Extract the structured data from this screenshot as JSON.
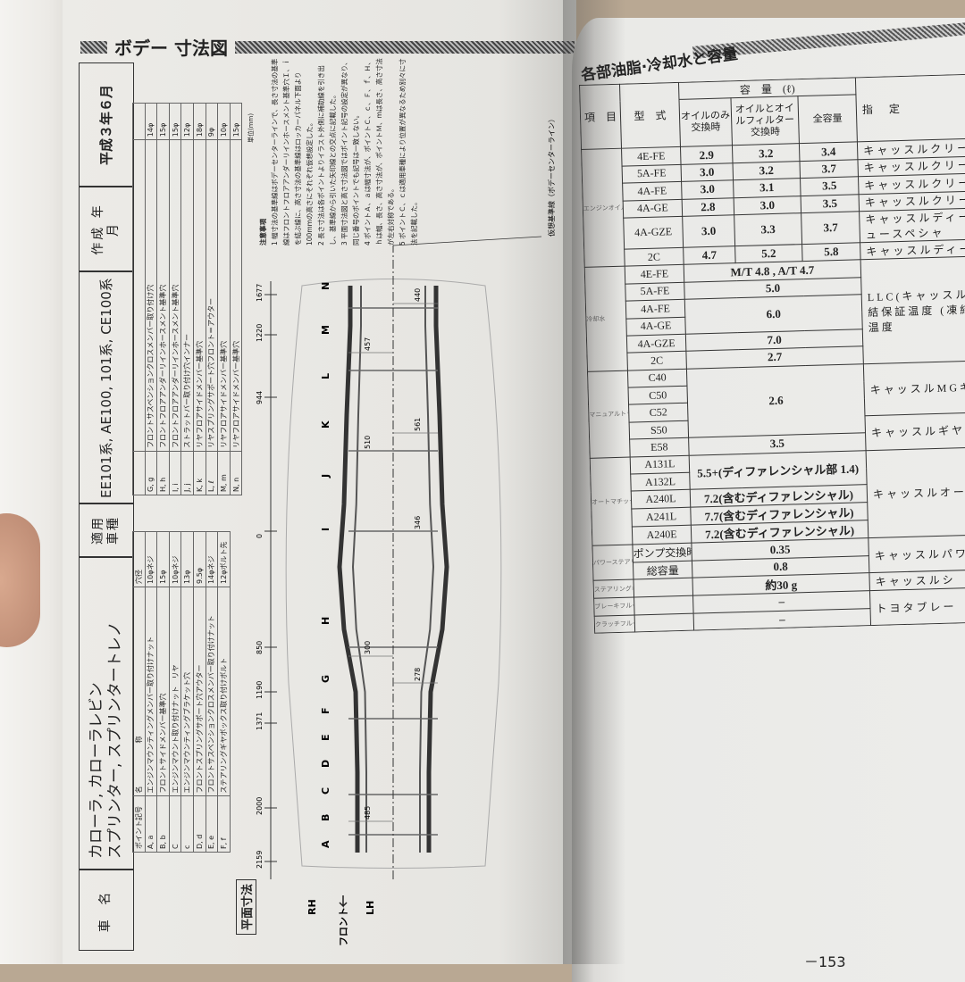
{
  "left_page": {
    "title": "ボデー 寸法図",
    "header": {
      "car_name_label": "車 名",
      "car_names": [
        "カローラ, カローラレビン",
        "スプリンター, スプリンタートレノ"
      ],
      "applicable_label": "適用 車種",
      "applicable_models": "EE101系, AE100, 101系, CE100系",
      "date_label": "作成 年月",
      "date": "平成３年６月"
    },
    "section_label": "平面寸法",
    "points_table_1": {
      "headers": [
        "ポイント記号",
        "名　　　　　　称",
        "穴径"
      ],
      "rows": [
        [
          "A, a",
          "エンジンマウンティングメンバー取り付けナット",
          "10φネジ"
        ],
        [
          "B, b",
          "フロントサイドメンバー基準穴",
          "15φ"
        ],
        [
          "C",
          "エンジンマウント取り付けナット　リヤ",
          "10φネジ"
        ],
        [
          "c",
          "エンジンマウンティングブラケット穴",
          "13φ"
        ],
        [
          "D, d",
          "フロントスプリングサポート穴アウター",
          "9.5φ"
        ],
        [
          "E, e",
          "フロントサスペンションクロスメンバー取り付けナット",
          "14φネジ"
        ],
        [
          "F, f",
          "ステアリングギヤボックス取り付けボルト",
          "12φボルト先"
        ]
      ]
    },
    "points_table_2": {
      "rows": [
        [
          "G, g",
          "フロントサスペンションクロスメンバー取り付け穴",
          "14φ"
        ],
        [
          "H, h",
          "フロントフロアアンダーリインホースメント基準穴",
          "15φ"
        ],
        [
          "I, i",
          "フロントフロアアンダーリインホースメント基準穴",
          "15φ"
        ],
        [
          "J, j",
          "ストラットバー取り付け穴インナー",
          "12φ"
        ],
        [
          "K, k",
          "リヤフロアサイドメンバー基準穴",
          "18φ"
        ],
        [
          "L, ℓ",
          "リヤスプリングサポート穴フロント＝アウター",
          "9φ"
        ],
        [
          "M, m",
          "リヤフロアサイドメンバー基準穴",
          "10φ"
        ],
        [
          "N, n",
          "リヤフロアサイドメンバー基準穴",
          "15φ"
        ]
      ],
      "unit": "単位(mm)"
    },
    "notes": {
      "title": "注意事項",
      "items": [
        "1 幅寸法の基準線はボデーセンターラインで、長さ寸法の基準線はフロントフロアアンダーリインホースメント基準穴Ｉ、ｉを結ぶ線に、高さ寸法の基準線はロッカーパネル下面より100mmの高さにそれぞれ仮想設定した。",
        "2 長さ寸法は各ポイントよりイラスト外側に補助線を引き出し、基準線から引いた矢印線との交点に記載した。",
        "3 平面寸法図と高さ寸法図ではポイント記号の設定が異なり、同じ番号のポイントでも記号は一致しない。",
        "4 ポイントＡ、ａは幅寸法が、ポイントＣ、ｃ、Ｆ、ｆ、Ｈ、ｈは幅、長さ、高さ寸法が、ポイントＭ、ｍは長さ、高さ寸法が左右対称である。",
        "5 ポイントＣ、ｃは適用車種により位置が異なるため別々に寸法を記載した。"
      ]
    },
    "drawing": {
      "centerline_label": "仮想基準線（ボデーセンターライン）",
      "length_dims": [
        "2159",
        "2000",
        "1371",
        "1190",
        "850",
        "0",
        "944",
        "1220",
        "1677"
      ],
      "width_dims": [
        "485",
        "278",
        "300",
        "346",
        "510",
        "561",
        "457",
        "440"
      ],
      "point_letters": [
        "A",
        "B",
        "C",
        "D",
        "E",
        "F",
        "G",
        "H",
        "I",
        "J",
        "K",
        "L",
        "M",
        "N"
      ],
      "direction_labels": {
        "rh": "RH",
        "lh": "LH",
        "front": "フロント"
      }
    }
  },
  "right_page": {
    "title": "各部油脂·冷却水と容量",
    "headers": {
      "item": "項　目",
      "type": "型　式",
      "capacity": "容　量　(ℓ)",
      "oil_only": "オイルのみ交換時",
      "oil_filter": "オイルとオイルフィルター交換時",
      "total": "全容量",
      "spec": "指　定"
    },
    "rows": [
      {
        "section": "エンジンオイル",
        "type": "4E-FE",
        "c1": "2.9",
        "c2": "3.2",
        "c3": "3.4",
        "spec": "キャッスルクリーン"
      },
      {
        "section": null,
        "type": "5A-FE",
        "c1": "3.0",
        "c2": "3.2",
        "c3": "3.7",
        "spec": "キャッスルクリーン"
      },
      {
        "section": null,
        "type": "4A-FE",
        "c1": "3.0",
        "c2": "3.1",
        "c3": "3.5",
        "spec": "キャッスルクリーン"
      },
      {
        "section": null,
        "type": "4A-GE",
        "c1": "2.8",
        "c2": "3.0",
        "c3": "3.5",
        "spec": "キャッスルクリーン"
      },
      {
        "section": null,
        "type": "4A-GZE",
        "c1": "3.0",
        "c2": "3.3",
        "c3": "3.7",
        "spec": "キャッスルディー ニュースペシャ"
      },
      {
        "section": null,
        "type": "2C",
        "c1": "4.7",
        "c2": "5.2",
        "c3": "5.8",
        "spec": "キャッスルディー"
      },
      {
        "section": "冷却水",
        "type": "4E-FE",
        "all": "M/T 4.8 , A/T 4.7",
        "spec": "LLC(キャッスル (凍結保証温度 (凍結保証温度"
      },
      {
        "section": null,
        "type": "5A-FE",
        "all": "5.0",
        "spec": null
      },
      {
        "section": null,
        "type": "4A-FE",
        "all": "6.0",
        "spec": null
      },
      {
        "section": null,
        "type": "4A-GE",
        "all": null,
        "spec": null
      },
      {
        "section": null,
        "type": "4A-GZE",
        "all": "7.0",
        "spec": null
      },
      {
        "section": null,
        "type": "2C",
        "all": "2.7",
        "spec": null
      },
      {
        "section": "マニュアルトランスミッションオイル・ディファレンシャル",
        "type": "C40",
        "all": "2.6",
        "spec": "キャッスルMGギヤ"
      },
      {
        "section": null,
        "type": "C50",
        "all": null,
        "spec": null
      },
      {
        "section": null,
        "type": "C52",
        "all": null,
        "spec": null
      },
      {
        "section": null,
        "type": "S50",
        "all": null,
        "spec": "キャッスルギヤ"
      },
      {
        "section": null,
        "type": "E58",
        "all": "3.5",
        "spec": null
      },
      {
        "section": "オートマチックトランスアクスル",
        "type": "A131L",
        "all": "5.5+(ディファレンシャル部 1.4)",
        "spec": "キャッスルオー"
      },
      {
        "section": null,
        "type": "A132L",
        "all": null,
        "spec": null
      },
      {
        "section": null,
        "type": "A240L",
        "all": "7.2(含むディファレンシャル)",
        "spec": null
      },
      {
        "section": null,
        "type": "A241L",
        "all": "7.7(含むディファレンシャル)",
        "spec": null
      },
      {
        "section": null,
        "type": "A240E",
        "all": "7.2(含むディファレンシャル)",
        "spec": null
      },
      {
        "section": "パワーステアリングフルード",
        "type": "ポンプ交換時",
        "all": "0.35",
        "spec": "キャッスルパワー"
      },
      {
        "section": null,
        "type": "総容量",
        "all": "0.8",
        "spec": null
      },
      {
        "section": "ステアリングギヤボックス",
        "type": "",
        "all": "約30 g",
        "spec": "キャッスルシ"
      },
      {
        "section": "ブレーキフルード",
        "type": "",
        "all": "–",
        "spec": "トヨタブレー"
      },
      {
        "section": "クラッチフルード",
        "type": "",
        "all": "–",
        "spec": null
      }
    ],
    "page_number": "－153"
  }
}
